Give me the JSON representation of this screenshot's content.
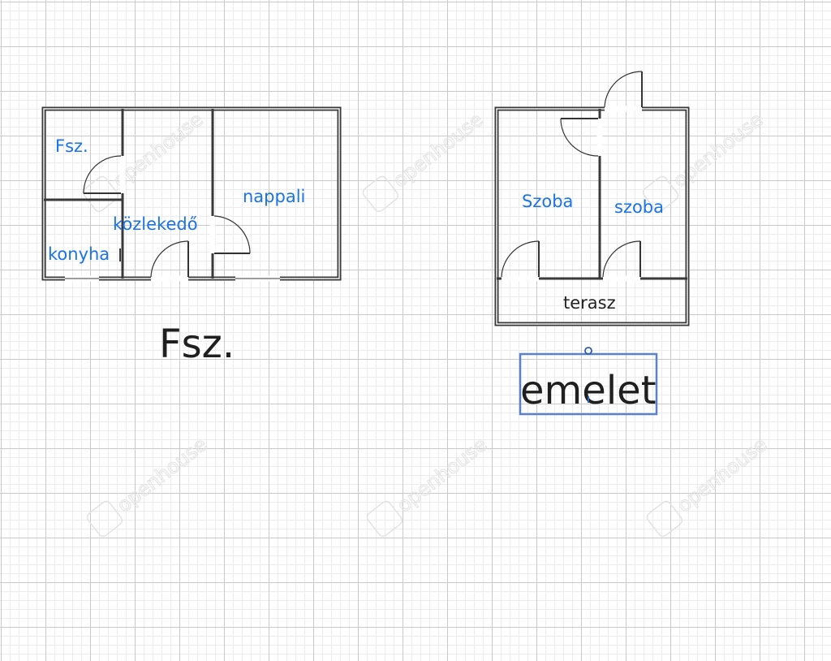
{
  "watermark": "openhouse",
  "ground_floor": {
    "title": "Fsz.",
    "rooms": [
      "Fsz.",
      "közlekedő",
      "nappali",
      "konyha"
    ]
  },
  "upper_floor": {
    "title": "emelet",
    "rooms": [
      "Szoba",
      "szoba",
      "terasz"
    ]
  },
  "colors": {
    "room_label": "#1a73e8",
    "wall": "#3a3a3a",
    "grid_major": "#c9c9c9",
    "grid_minor": "#ececec",
    "selection": "#5b82c9"
  }
}
